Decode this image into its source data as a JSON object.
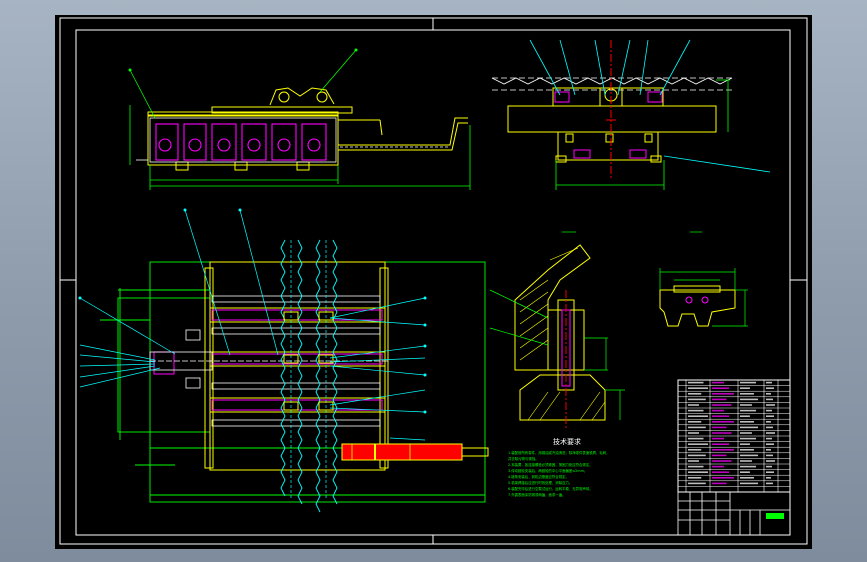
{
  "drawing": {
    "technical_requirements": {
      "title": "技术要求",
      "lines": [
        "1.装配前所有零件，用煤油或汽油清洗，除净零件表面铁屑、毛刺，",
        "  并去除污物与锈蚀。",
        "2.本装置，各连接螺栓必须紧固，紧固力矩应符合规定。",
        "3.传动链轮安装后，两链轮的中心平面偏差≤2mm。",
        "4.链条安装后，其松边垂度应符合规定。",
        "5.机架焊接后应进行时效处理，消除应力。",
        "6.装配完毕后进行空载试运行，运转平稳，无异常声响。",
        "7.外露表面涂防锈漆两遍，面漆一遍。"
      ]
    },
    "colors": {
      "background": "#000000",
      "frame": "#ffffff",
      "outline_yellow": "#ffff00",
      "line_green": "#00ff00",
      "line_cyan": "#00ffff",
      "line_magenta": "#ff00ff",
      "line_red": "#ff0000",
      "line_white": "#ffffff"
    }
  }
}
